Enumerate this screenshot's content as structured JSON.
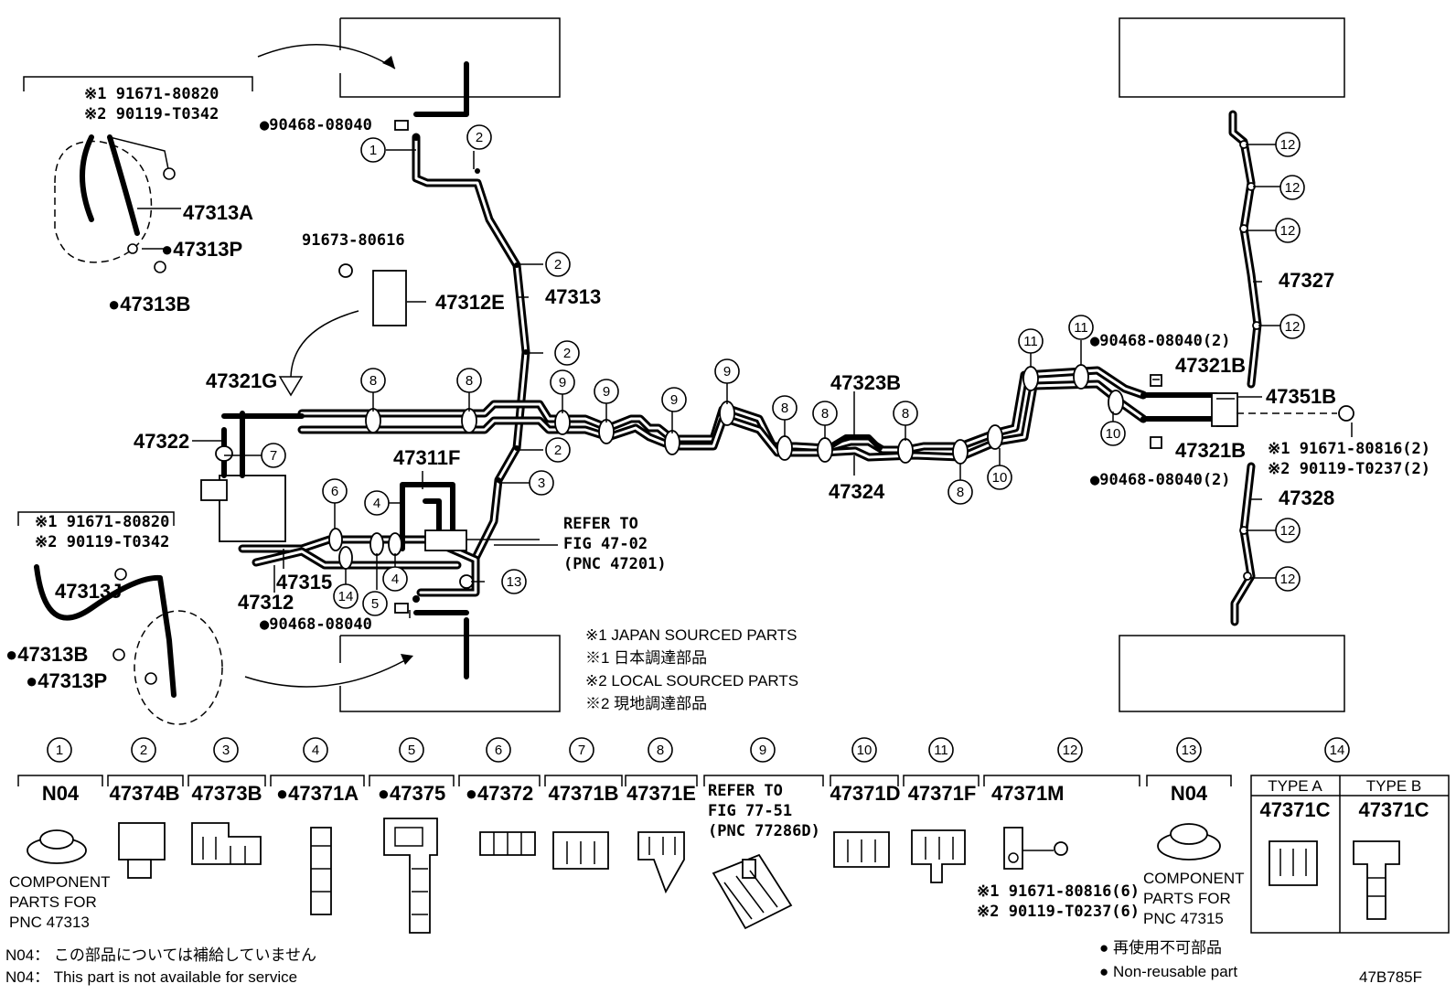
{
  "diagram_id": "47B785F",
  "callouts": {
    "c1": "1",
    "c2": "2",
    "c3": "3",
    "c4": "4",
    "c5": "5",
    "c6": "6",
    "c7": "7",
    "c8": "8",
    "c9": "9",
    "c10": "10",
    "c11": "11",
    "c12": "12",
    "c13": "13",
    "c14": "14"
  },
  "parts": {
    "p90468_top": "●90468-08040",
    "p90468_bot": "●90468-08040",
    "p90468_r1": "●90468-08040(2)",
    "p90468_r2": "●90468-08040(2)",
    "p47313": "47313",
    "p47312E": "47312E",
    "p91673": "91673-80616",
    "p47321G": "47321G",
    "p47322": "47322",
    "p47311F": "47311F",
    "p47315": "47315",
    "p47312": "47312",
    "p47323B": "47323B",
    "p47324": "47324",
    "p47321B_a": "47321B",
    "p47321B_b": "47321B",
    "p47351B": "47351B",
    "p47327": "47327",
    "p47328": "47328",
    "p47313A": "47313A",
    "p47313P_top": "●47313P",
    "p47313B_top": "●47313B",
    "p47313J": "47313J",
    "p47313B_bot": "●47313B",
    "p47313P_bot": "●47313P",
    "tl_note1": "※1 91671-80820",
    "tl_note2": "※2 90119-T0342",
    "ml_note1": "※1 91671-80820",
    "ml_note2": "※2 90119-T0342",
    "r_note1": "※1 91671-80816(2)",
    "r_note2": "※2 90119-T0237(2)",
    "refer1": "REFER TO",
    "refer2": "FIG 47-02",
    "refer3": "(PNC 47201)"
  },
  "legend_notes": [
    "※1 JAPAN SOURCED PARTS",
    "※1 日本調達部品",
    "※2 LOCAL SOURCED PARTS",
    "※2 現地調達部品"
  ],
  "bottom_parts": [
    {
      "num": "1",
      "code": "N04",
      "sub": [
        "COMPONENT",
        "PARTS FOR",
        "PNC 47313"
      ]
    },
    {
      "num": "2",
      "code": "47374B"
    },
    {
      "num": "3",
      "code": "47373B"
    },
    {
      "num": "4",
      "code": "●47371A"
    },
    {
      "num": "5",
      "code": "●47375"
    },
    {
      "num": "6",
      "code": "●47372"
    },
    {
      "num": "7",
      "code": "47371B"
    },
    {
      "num": "8",
      "code": "47371E"
    },
    {
      "num": "9",
      "code": "REFER TO",
      "sub": [
        "FIG 77-51",
        "(PNC 77286D)"
      ]
    },
    {
      "num": "10",
      "code": "47371D"
    },
    {
      "num": "11",
      "code": "47371F"
    },
    {
      "num": "12",
      "code": "47371M",
      "sub": [
        "※1 91671-80816(6)",
        "※2 90119-T0237(6)"
      ]
    },
    {
      "num": "13",
      "code": "N04",
      "sub": [
        "COMPONENT",
        "PARTS FOR",
        "PNC 47315"
      ]
    },
    {
      "num": "14",
      "type_a": "TYPE A",
      "type_b": "TYPE B",
      "code_a": "47371C",
      "code_b": "47371C"
    }
  ],
  "footnotes": {
    "n04_jp": "N04： この部品については補給していません",
    "n04_en": "N04： This part is not available for service",
    "nonreuse_jp": "● 再使用不可部品",
    "nonreuse_en": "● Non-reusable part"
  }
}
